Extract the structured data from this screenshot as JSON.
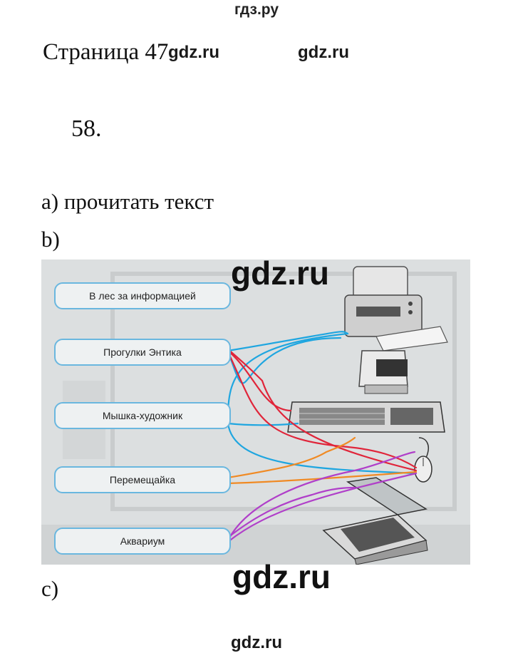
{
  "watermarks": {
    "top": "гдз.ру",
    "inline_1": "gdz.ru",
    "inline_2": "gdz.ru",
    "figure": "gdz.ru",
    "lower": "gdz.ru",
    "bottom": "gdz.ru"
  },
  "page": {
    "title": "Страница 47",
    "exercise_number": "58.",
    "item_a": "a) прочитать текст",
    "item_b": "b)",
    "item_c": "c)"
  },
  "figure": {
    "labels": [
      "В лес за информацией",
      "Прогулки Энтика",
      "Мышка-художник",
      "Перемещайка",
      "Аквариум"
    ],
    "devices": [
      "printer-icon",
      "floppy-drive-icon",
      "keyboard-icon",
      "mouse-icon",
      "scanner-icon"
    ],
    "line_colors": {
      "blue": "#1fa6e0",
      "red": "#e0253a",
      "orange": "#f08a24",
      "purple": "#b03fc9"
    },
    "label_border_color": "#6ab7df"
  }
}
